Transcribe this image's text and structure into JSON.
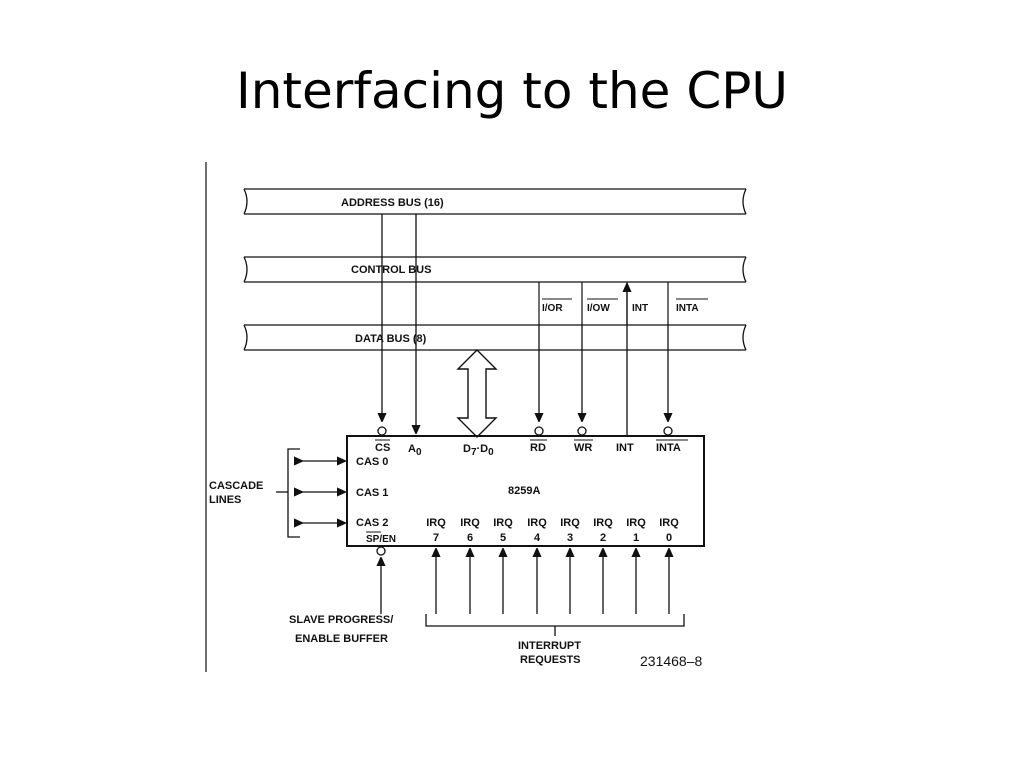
{
  "title": "Interfacing to the CPU",
  "buses": {
    "address": "ADDRESS BUS (16)",
    "control": "CONTROL BUS",
    "data": "DATA BUS (8)"
  },
  "control_signals": {
    "ior": "I/OR",
    "iow": "I/OW",
    "int": "INT",
    "inta": "INTA"
  },
  "chip": {
    "name": "8259A",
    "pins_top": {
      "cs": "CS",
      "a0": "A",
      "a0_sub": "0",
      "d7": "D",
      "d7_sub": "7",
      "d0_dash": "·D",
      "d0_sub": "0",
      "rd": "RD",
      "wr": "WR",
      "int": "INT",
      "inta": "INTA"
    },
    "pins_left": {
      "cas0": "CAS 0",
      "cas1": "CAS 1",
      "cas2": "CAS 2",
      "spen": "SP/EN"
    },
    "irq_label": "IRQ",
    "irq_numbers": [
      "7",
      "6",
      "5",
      "4",
      "3",
      "2",
      "1",
      "0"
    ]
  },
  "labels": {
    "cascade_1": "CASCADE",
    "cascade_2": "LINES",
    "slave_1": "SLAVE PROGRESS/",
    "slave_2": "ENABLE BUFFER",
    "interrupt_1": "INTERRUPT",
    "interrupt_2": "REQUESTS",
    "figure_ref": "231468–8"
  }
}
